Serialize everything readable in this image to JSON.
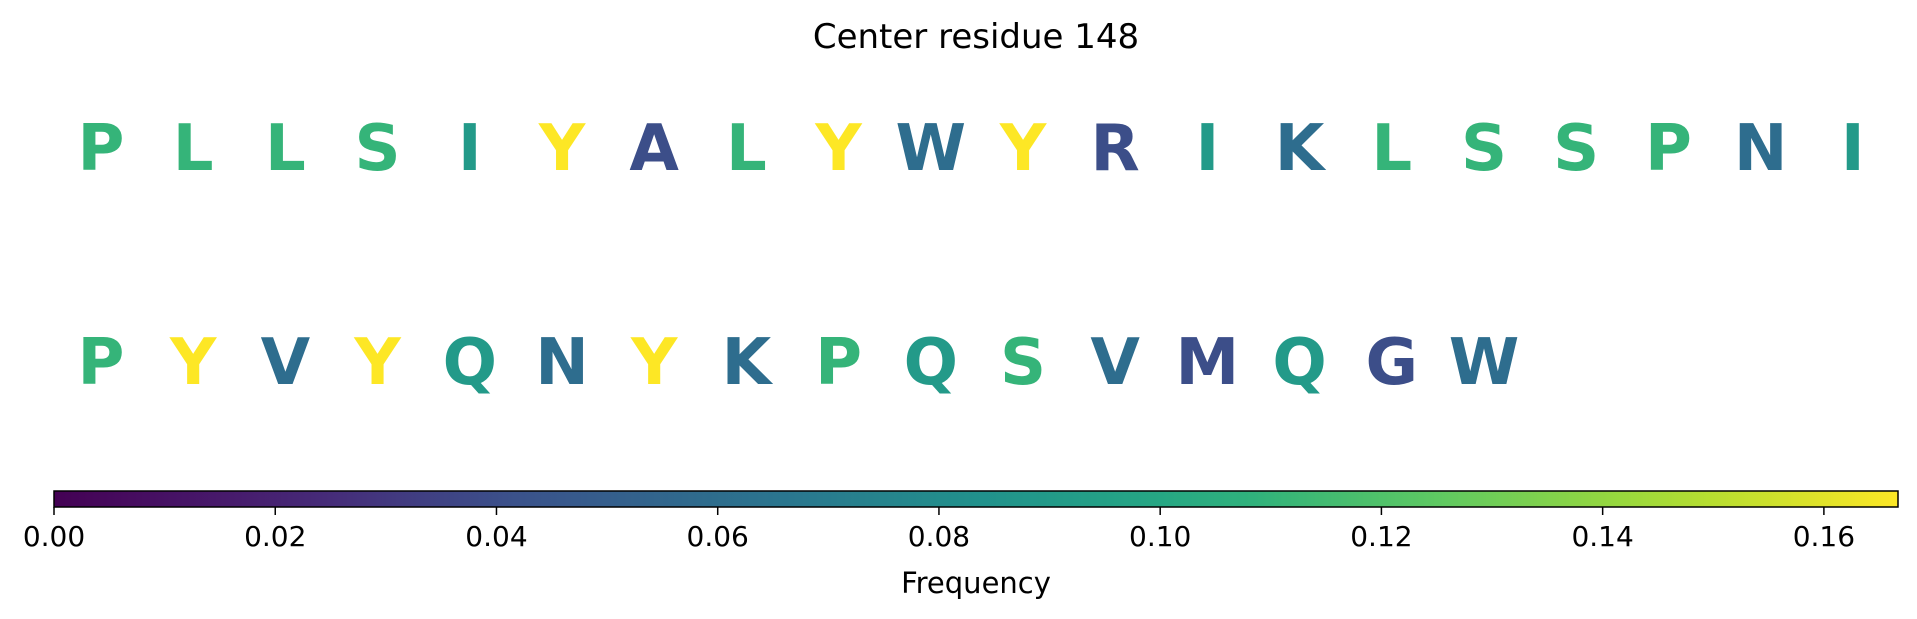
{
  "chart_data": {
    "type": "heatmap",
    "title": "Center residue 148",
    "rows": [
      {
        "residues": [
          "P",
          "L",
          "L",
          "S",
          "I",
          "Y",
          "A",
          "L",
          "Y",
          "W",
          "Y",
          "R",
          "I",
          "K",
          "L",
          "S",
          "S",
          "P",
          "N",
          "I"
        ],
        "values": [
          0.11,
          0.11,
          0.11,
          0.11,
          0.09,
          0.167,
          0.04,
          0.11,
          0.167,
          0.06,
          0.167,
          0.04,
          0.09,
          0.06,
          0.11,
          0.11,
          0.11,
          0.11,
          0.06,
          0.09
        ]
      },
      {
        "residues": [
          "P",
          "Y",
          "V",
          "Y",
          "Q",
          "N",
          "Y",
          "K",
          "P",
          "Q",
          "S",
          "V",
          "M",
          "Q",
          "G",
          "W"
        ],
        "values": [
          0.11,
          0.167,
          0.06,
          0.167,
          0.09,
          0.06,
          0.167,
          0.06,
          0.11,
          0.09,
          0.11,
          0.06,
          0.04,
          0.09,
          0.04,
          0.06
        ]
      }
    ],
    "colormap": "viridis",
    "colorbar": {
      "label": "Frequency",
      "range": [
        0,
        0.1667
      ],
      "ticks": [
        0.0,
        0.02,
        0.04,
        0.06,
        0.08,
        0.1,
        0.12,
        0.14,
        0.16
      ],
      "tick_labels": [
        "0.00",
        "0.02",
        "0.04",
        "0.06",
        "0.08",
        "0.10",
        "0.12",
        "0.14",
        "0.16"
      ],
      "orientation": "horizontal",
      "placement": "bottom"
    }
  }
}
